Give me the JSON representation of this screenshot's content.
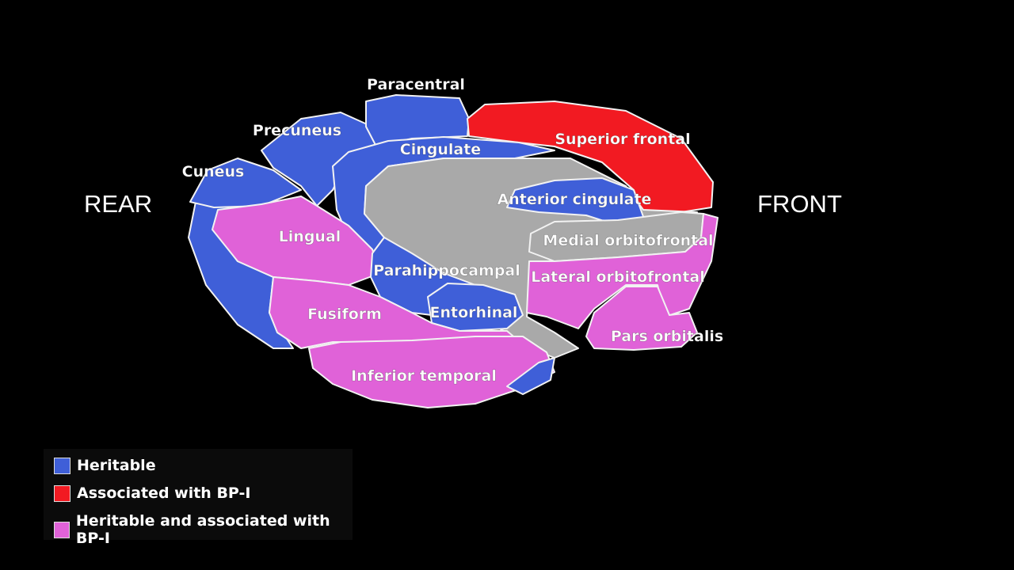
{
  "orientation": {
    "rear": "REAR",
    "front": "FRONT"
  },
  "colors": {
    "heritable": "#3f5fd8",
    "associated": "#f21a22",
    "both": "#e062d8",
    "unlabeled": "#a9a9a9"
  },
  "regions": {
    "paracentral": "Paracentral",
    "precuneus": "Precuneus",
    "cuneus": "Cuneus",
    "cingulate": "Cingulate",
    "superior_frontal": "Superior frontal",
    "anterior_cingulate": "Anterior cingulate",
    "medial_orbitofrontal": "Medial orbitofrontal",
    "lateral_orbitofrontal": "Lateral orbitofrontal",
    "pars_orbitalis": "Pars orbitalis",
    "lingual": "Lingual",
    "parahippocampal": "Parahippocampal",
    "entorhinal": "Entorhinal",
    "fusiform": "Fusiform",
    "inferior_temporal": "Inferior temporal"
  },
  "legend": [
    {
      "label": "Heritable"
    },
    {
      "label": "Associated with BP-I"
    },
    {
      "label": "Heritable and associated with BP-I"
    }
  ]
}
